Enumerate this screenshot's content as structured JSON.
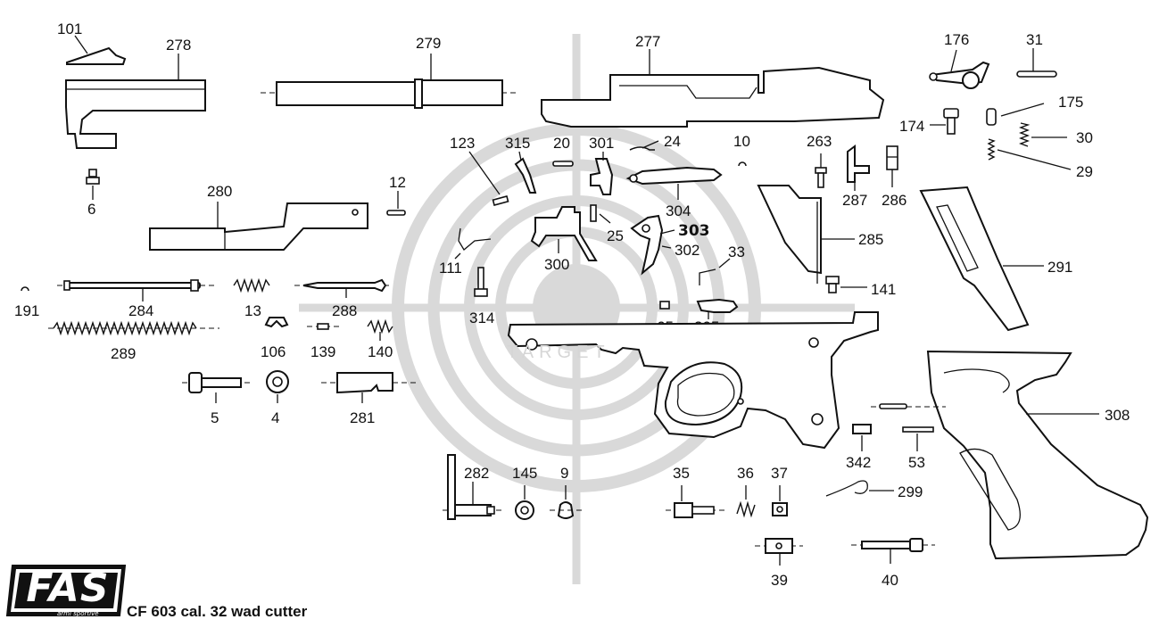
{
  "diagram": {
    "footer_title": "CF 603 cal. 32 wad cutter",
    "logo": {
      "text": "FAS",
      "subtext": "armi sportive"
    },
    "watermark": {
      "text": "TARGET"
    },
    "labels": {
      "p101": "101",
      "p278": "278",
      "p279": "279",
      "p277": "277",
      "p176": "176",
      "p31": "31",
      "p175": "175",
      "p174": "174",
      "p30": "30",
      "p29": "29",
      "p6": "6",
      "p123": "123",
      "p315": "315",
      "p20": "20",
      "p301": "301",
      "p24": "24",
      "p10": "10",
      "p263": "263",
      "p287": "287",
      "p286": "286",
      "p280": "280",
      "p12": "12",
      "p304": "304",
      "p25": "25",
      "p303": "303",
      "p302": "302",
      "p300": "300",
      "p111": "111",
      "p33": "33",
      "p285": "285",
      "p291": "291",
      "p141": "141",
      "p191": "191",
      "p284": "284",
      "p13": "13",
      "p288": "288",
      "p314": "314",
      "p65": "65",
      "p305": "305",
      "p289": "289",
      "p106": "106",
      "p139": "139",
      "p140": "140",
      "p5": "5",
      "p4": "4",
      "p281": "281",
      "p308": "308",
      "p342": "342",
      "p53": "53",
      "p282": "282",
      "p145": "145",
      "p9": "9",
      "p35": "35",
      "p36": "36",
      "p37": "37",
      "p299": "299",
      "p39": "39",
      "p40": "40"
    }
  },
  "colors": {
    "ink": "#111111",
    "watermark": "#d9d9d9",
    "background": "#ffffff"
  }
}
